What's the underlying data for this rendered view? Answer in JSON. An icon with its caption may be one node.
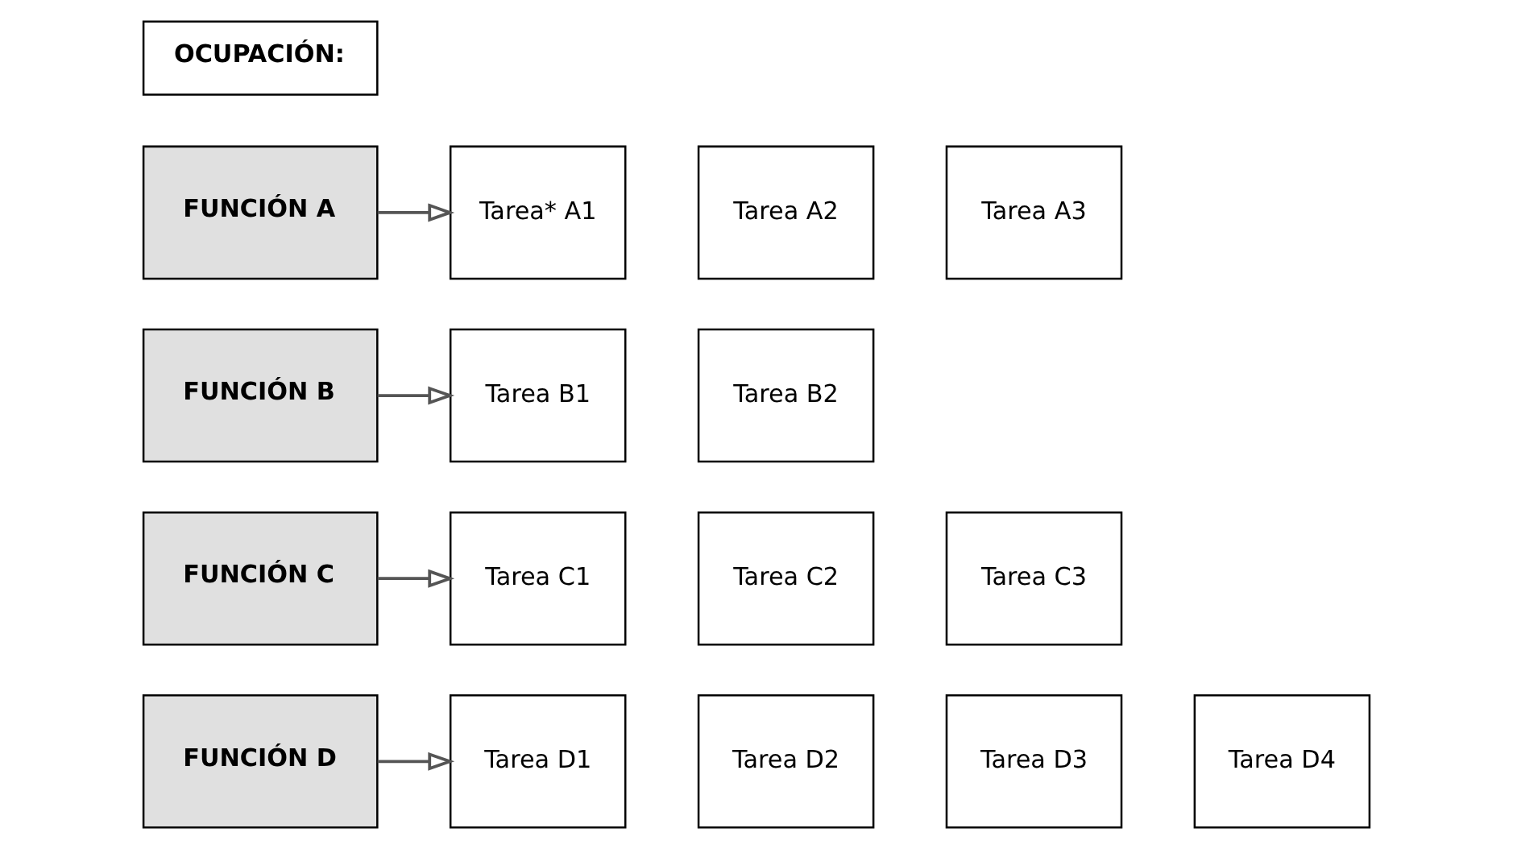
{
  "diagram": {
    "nodes": [
      {
        "text": [
          "OCUPACIÓN:"
        ]
      },
      {
        "text": [
          "FUNCIÓN A"
        ]
      },
      {
        "text": [
          "Tarea* A1"
        ]
      },
      {
        "text": [
          "Tarea A2"
        ]
      },
      {
        "text": [
          "Tarea A3"
        ]
      },
      {
        "text": [
          "FUNCIÓN B"
        ]
      },
      {
        "text": [
          "Tarea B1"
        ]
      },
      {
        "text": [
          "Tarea B2"
        ]
      },
      {
        "text": [
          "FUNCIÓN C"
        ]
      },
      {
        "text": [
          "Tarea C1"
        ]
      },
      {
        "text": [
          "Tarea C2"
        ]
      },
      {
        "text": [
          "Tarea C3"
        ]
      },
      {
        "text": [
          "FUNCIÓN D"
        ]
      },
      {
        "text": [
          "Tarea D1"
        ]
      },
      {
        "text": [
          "Tarea D2"
        ]
      },
      {
        "text": [
          "Tarea D3"
        ]
      },
      {
        "text": [
          "Tarea D4"
        ]
      }
    ],
    "edges": [
      {
        "from": 1,
        "to": 2,
        "arrow": "to"
      },
      {
        "from": 5,
        "to": 6,
        "arrow": "to"
      },
      {
        "from": 8,
        "to": 9,
        "arrow": "to"
      },
      {
        "from": 12,
        "to": 13,
        "arrow": "to"
      }
    ]
  }
}
